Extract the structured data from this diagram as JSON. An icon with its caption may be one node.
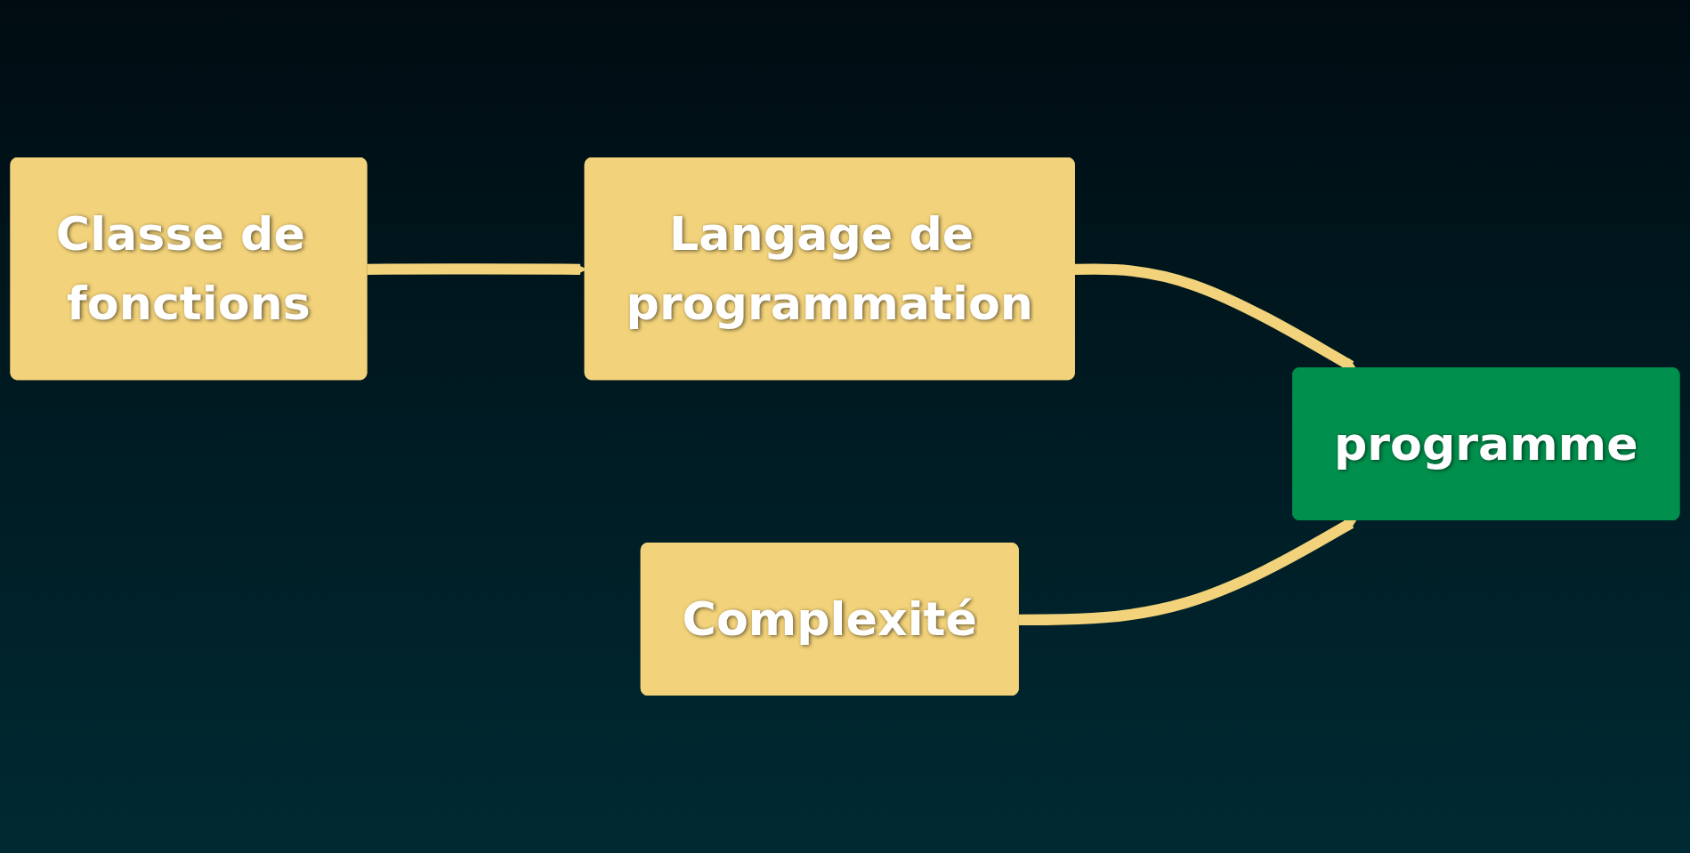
{
  "diagram": {
    "nodes": [
      {
        "text": [
          "Classe de fonctions"
        ]
      },
      {
        "text": [
          "Langage de programmation"
        ]
      },
      {
        "text": [
          "Complexité"
        ]
      },
      {
        "text": [
          "programme"
        ]
      }
    ],
    "edges": [
      {
        "from": 0,
        "to": 1,
        "arrow": "to"
      },
      {
        "from": 1,
        "to": 3,
        "arrow": "to"
      },
      {
        "from": 2,
        "to": 3,
        "arrow": "to"
      }
    ]
  }
}
